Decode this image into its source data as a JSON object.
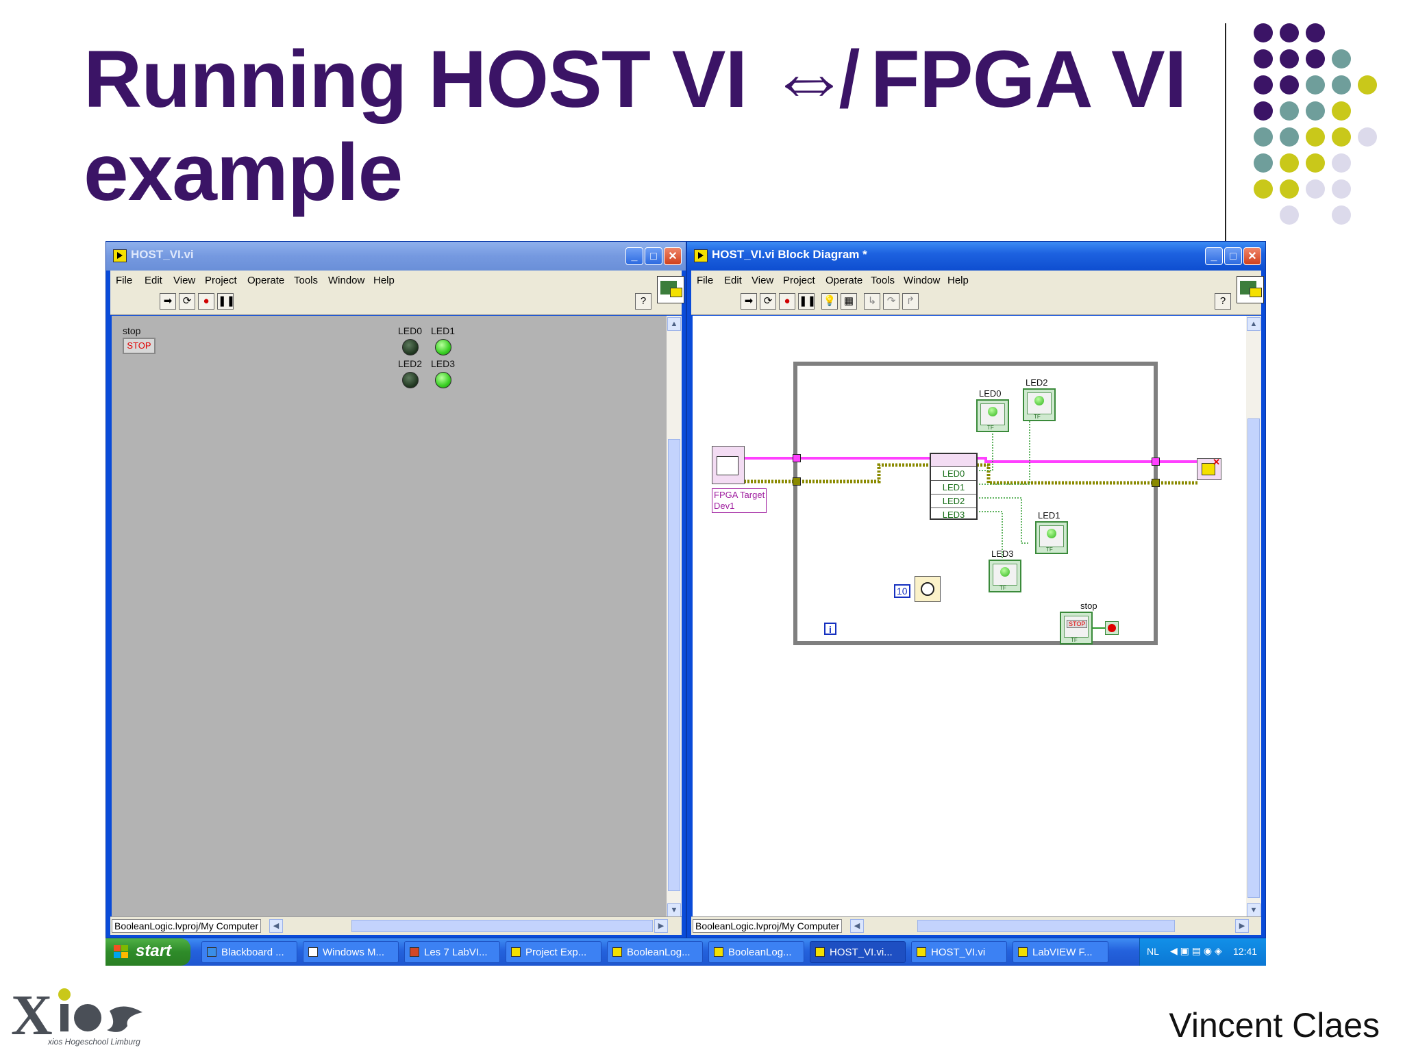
{
  "slide": {
    "title_line1": "Running HOST VI ⇎ FPGA VI",
    "title_line2": "example",
    "author": "Vincent Claes",
    "logo_caption": "xios Hogeschool Limburg",
    "dot_colors": [
      "#3b1466",
      "#6f9e9b",
      "#c9c81a",
      "#dcdaeb"
    ]
  },
  "front_panel": {
    "title": "HOST_VI.vi",
    "menu": [
      "File",
      "Edit",
      "View",
      "Project",
      "Operate",
      "Tools",
      "Window",
      "Help"
    ],
    "stop_label": "stop",
    "stop_button_text": "STOP",
    "leds": [
      {
        "label": "LED0",
        "state": "off"
      },
      {
        "label": "LED1",
        "state": "on"
      },
      {
        "label": "LED2",
        "state": "off"
      },
      {
        "label": "LED3",
        "state": "on"
      }
    ],
    "status_path": "BooleanLogic.lvproj/My Computer"
  },
  "block_diagram": {
    "title": "HOST_VI.vi Block Diagram *",
    "menu": [
      "File",
      "Edit",
      "View",
      "Project",
      "Operate",
      "Tools",
      "Window",
      "Help"
    ],
    "fpga_target_label": "FPGA Target\nDev1",
    "rw_rows": [
      "LED0",
      "LED1",
      "LED2",
      "LED3"
    ],
    "terminals": [
      "LED0",
      "LED2",
      "LED1",
      "LED3",
      "stop"
    ],
    "wait_constant": "10",
    "loop_iteration": "i",
    "status_path": "BooleanLogic.lvproj/My Computer"
  },
  "taskbar": {
    "start": "start",
    "tasks": [
      {
        "label": "Blackboard ...",
        "icon": "ie-icon"
      },
      {
        "label": "Windows M...",
        "icon": "media-icon"
      },
      {
        "label": "Les 7 LabVI...",
        "icon": "powerpoint-icon"
      },
      {
        "label": "Project Exp...",
        "icon": "labview-icon"
      },
      {
        "label": "BooleanLog...",
        "icon": "labview-icon"
      },
      {
        "label": "BooleanLog...",
        "icon": "labview-icon"
      },
      {
        "label": "HOST_VI.vi...",
        "icon": "labview-icon",
        "active": true
      },
      {
        "label": "HOST_VI.vi",
        "icon": "labview-icon"
      },
      {
        "label": "LabVIEW F...",
        "icon": "labview-icon"
      }
    ],
    "language": "NL",
    "clock": "12:41"
  }
}
